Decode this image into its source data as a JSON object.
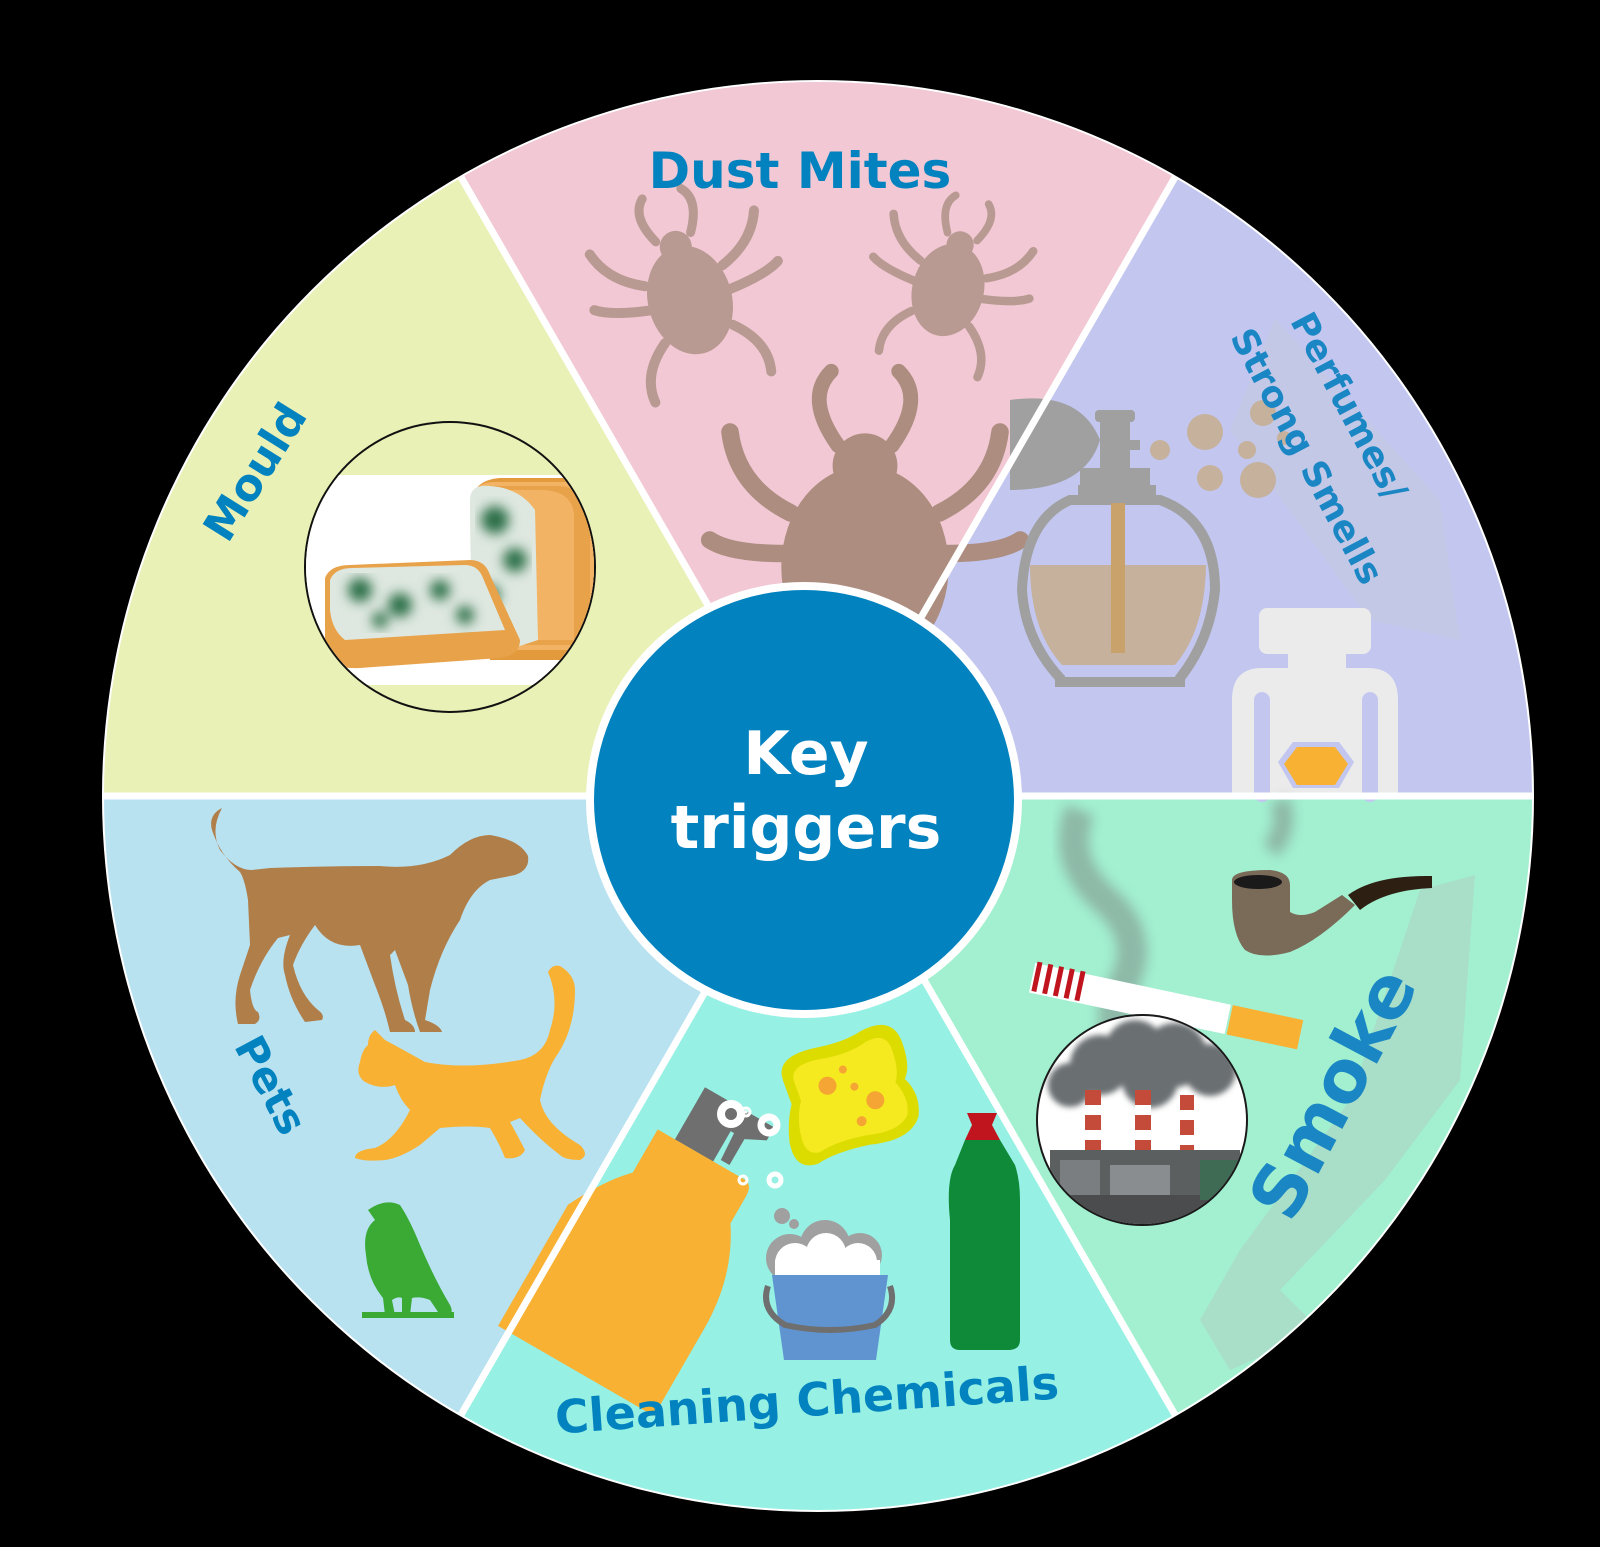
{
  "diagram": {
    "title": "Key triggers",
    "title_lines": [
      "Key",
      "triggers"
    ],
    "colors": {
      "background": "#000000",
      "label": "#0282be",
      "center": "#0282be",
      "center_text": "#ffffff",
      "divider": "#ffffff"
    },
    "segments": [
      {
        "id": "dust-mites",
        "label": "Dust Mites",
        "color": "#f1c8d4",
        "icons": [
          "dust-mite-icon",
          "dust-mite-icon",
          "dust-mite-icon"
        ]
      },
      {
        "id": "perfumes",
        "label": "Perfumes/",
        "label_line2": "Strong Smells",
        "color": "#c3c7f0",
        "icons": [
          "perfume-atomizer-icon",
          "perfume-bottle-icon",
          "spray-droplets-icon"
        ]
      },
      {
        "id": "smoke",
        "label": "Smoke",
        "color": "#a2f0d0",
        "icons": [
          "pipe-icon",
          "cigarette-icon",
          "factory-chimney-icon",
          "smoke-plume-icon"
        ]
      },
      {
        "id": "cleaning-chemicals",
        "label": "Cleaning Chemicals",
        "color": "#96f0e4",
        "icons": [
          "spray-bottle-icon",
          "sponge-icon",
          "bucket-icon",
          "detergent-bottle-icon"
        ]
      },
      {
        "id": "pets",
        "label": "Pets",
        "color": "#b9e2f1",
        "icons": [
          "dog-icon",
          "cat-icon",
          "bird-icon"
        ]
      },
      {
        "id": "mould",
        "label": "Mould",
        "color": "#e9f1b7",
        "icons": [
          "mouldy-bread-icon"
        ]
      }
    ]
  }
}
